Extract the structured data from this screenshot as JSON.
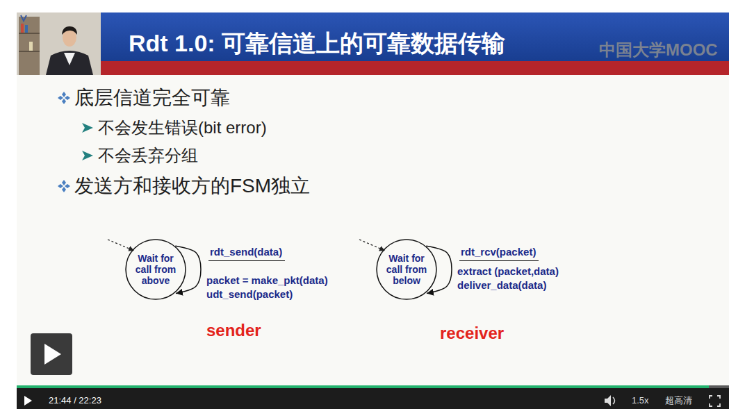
{
  "diagram": {
    "title": "Rdt 1.0: 可靠信道上的可靠数据传输",
    "nodes": [
      {
        "text": [
          "Wait for call from above"
        ]
      },
      {
        "text": [
          "Wait for call from below"
        ]
      }
    ],
    "edges": [
      {
        "from": 0,
        "to": 0,
        "arrow": "to",
        "label": "rdt_send(data)"
      },
      {
        "from": 1,
        "to": 1,
        "arrow": "to",
        "label": "rdt_rcv(packet)"
      }
    ],
    "labels": [
      "底层信道完全可靠",
      "不会发生错误(bit error)",
      "不会丢弃分组",
      "发送方和接收方的FSM独立",
      "packet = make_pkt(data)",
      "udt_send(packet)",
      "extract (packet,data)",
      "deliver_data(data)",
      "sender",
      "receiver",
      "中国大学MOOC",
      "21:44 / 22:23",
      "1.5x",
      "超高清"
    ]
  }
}
